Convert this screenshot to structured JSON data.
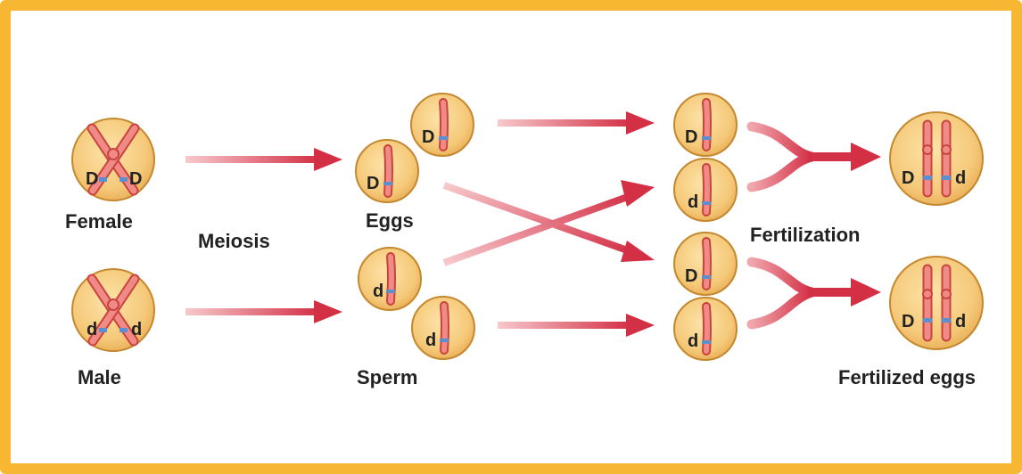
{
  "colors": {
    "frame": "#f7b733",
    "cell_fill": "#f5c97a",
    "cell_edge": "#c4882f",
    "chromosome": "#f08a86",
    "chromosome_edge": "#c9443f",
    "arrow": "#d32f45",
    "band": "#5b8fd0"
  },
  "labels": {
    "female": "Female",
    "male": "Male",
    "meiosis": "Meiosis",
    "eggs": "Eggs",
    "sperm": "Sperm",
    "fertilization": "Fertilization",
    "fertilized_eggs": "Fertilized eggs"
  },
  "alleles": {
    "female_left": "D",
    "female_right": "D",
    "male_left": "d",
    "male_right": "d",
    "egg_top": "D",
    "egg_bottom": "D",
    "sperm_top": "d",
    "sperm_bottom": "d",
    "gamete_1": "D",
    "gamete_2": "d",
    "gamete_3": "D",
    "gamete_4": "d",
    "zygote_top_left": "D",
    "zygote_top_right": "d",
    "zygote_bottom_left": "D",
    "zygote_bottom_right": "d"
  }
}
